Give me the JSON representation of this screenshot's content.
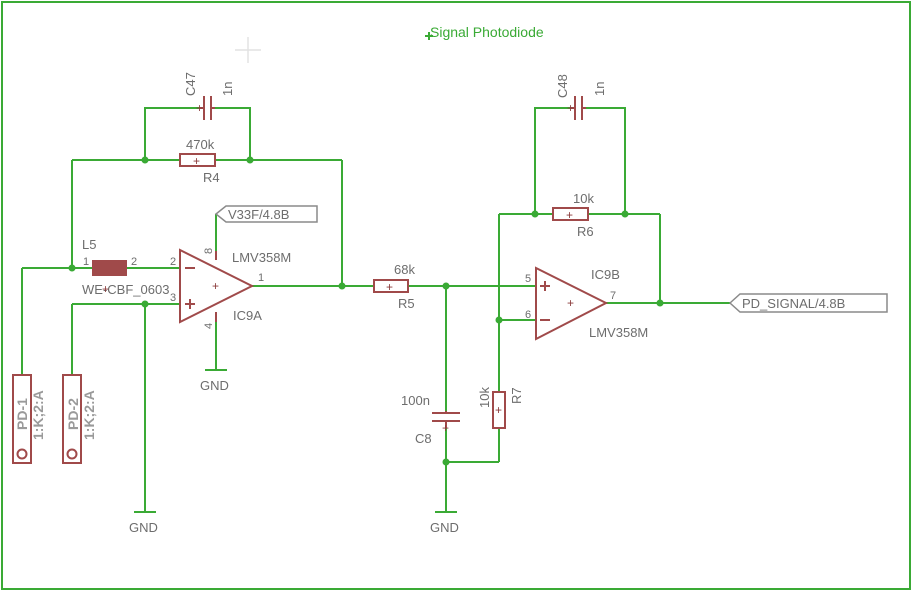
{
  "title": "Signal Photodiode",
  "components": {
    "c47": {
      "name": "C47",
      "value": "1n"
    },
    "r4": {
      "name": "R4",
      "value": "470k"
    },
    "l5": {
      "name": "L5",
      "value": "WE-CBF_0603",
      "pin1": "1",
      "pin2": "2"
    },
    "ic9a": {
      "name": "IC9A",
      "part": "LMV358M",
      "pin_in_neg": "2",
      "pin_in_pos": "3",
      "pin_out": "1",
      "pin_vcc": "8",
      "pin_gnd": "4"
    },
    "c48": {
      "name": "C48",
      "value": "1n"
    },
    "r6": {
      "name": "R6",
      "value": "10k"
    },
    "r5": {
      "name": "R5",
      "value": "68k"
    },
    "ic9b": {
      "name": "IC9B",
      "part": "LMV358M",
      "pin_in_pos": "5",
      "pin_in_neg": "6",
      "pin_out": "7"
    },
    "c8": {
      "name": "C8",
      "value": "100n"
    },
    "r7": {
      "name": "R7",
      "value": "10k"
    },
    "pd1": {
      "name": "PD-1",
      "pins": "1:K;2:A"
    },
    "pd2": {
      "name": "PD-2",
      "pins": "1:K;2:A"
    }
  },
  "ports": {
    "v33f": "V33F/4.8B",
    "pd_signal": "PD_SIGNAL/4.8B"
  },
  "gnd_label": "GND",
  "colors": {
    "wire": "#3aaa35",
    "symbol": "#a04a4a",
    "text": "#6d6d6d",
    "frame": "#3aaa35"
  }
}
